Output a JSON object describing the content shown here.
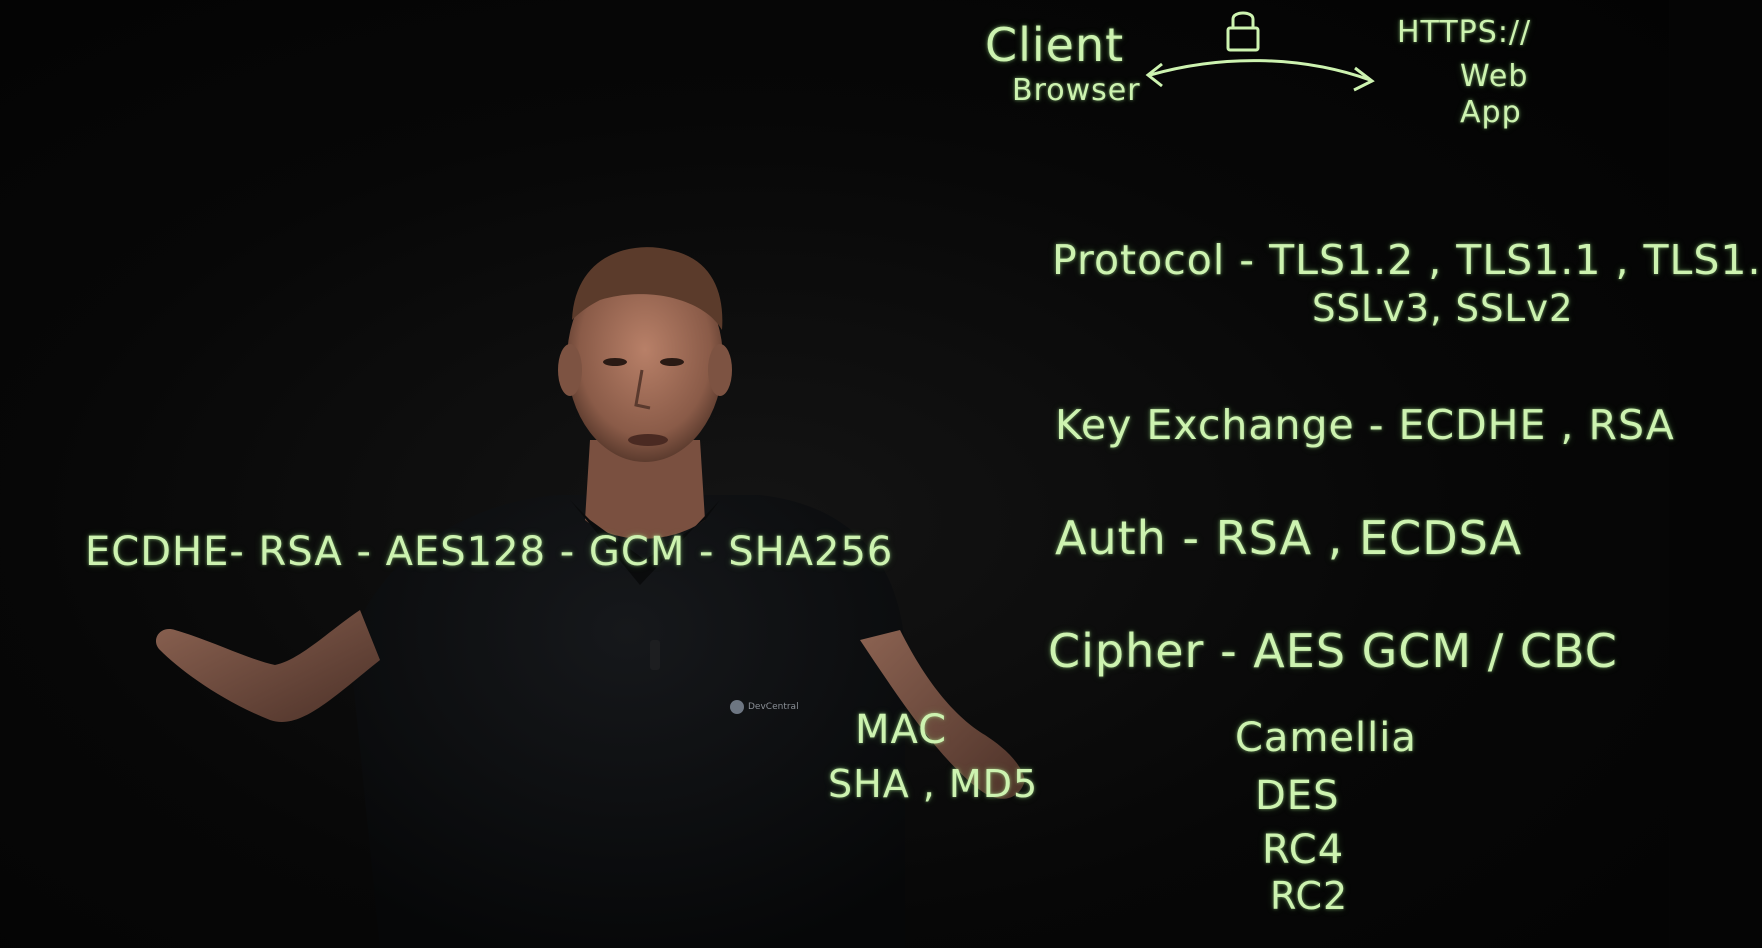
{
  "whiteboard": {
    "client": "Client",
    "browser": "Browser",
    "https": "HTTPS://",
    "web": "Web",
    "app": "App",
    "protocol_line1": "Protocol - TLS1.2 , TLS1.1 , TLS1.",
    "protocol_line2": "SSLv3, SSLv2",
    "key_exchange": "Key Exchange - ECDHE , RSA",
    "auth": "Auth  -  RSA ,  ECDSA",
    "cipher": "Cipher - AES  GCM / CBC",
    "camellia": "Camellia",
    "des": "DES",
    "rc4": "RC4",
    "rc2": "RC2",
    "mac": "MAC",
    "mac_algos": "SHA , MD5",
    "suite": "ECDHE- RSA - AES128 - GCM - SHA256"
  },
  "shirt_logo": "DevCentral",
  "colors": {
    "ink": "#cdf3b0",
    "background": "#050505",
    "shirt": "#0c0d0f",
    "skin": "#9c6a55"
  },
  "icons": [
    "lock-icon",
    "double-arrow-icon"
  ]
}
